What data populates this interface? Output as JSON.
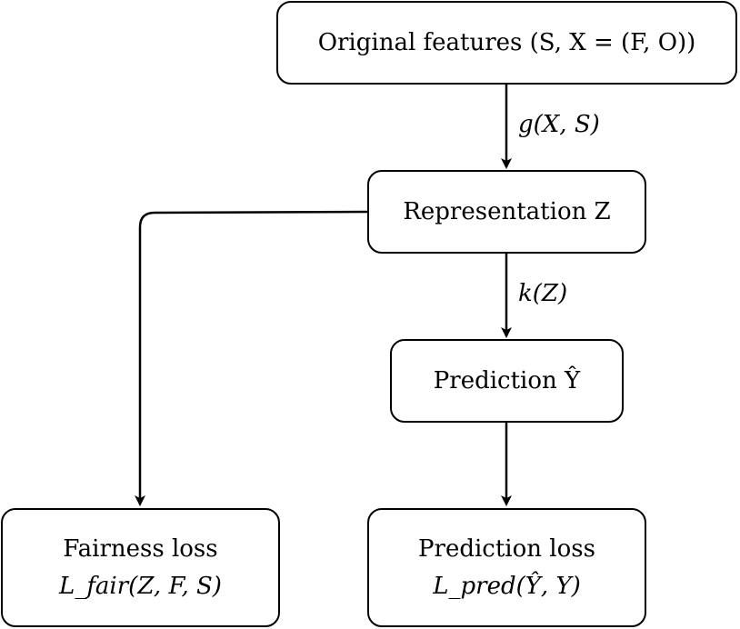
{
  "nodes": {
    "original": {
      "text": "Original features (S, X = (F, O))"
    },
    "representation": {
      "text": "Representation Z"
    },
    "prediction": {
      "text": "Prediction Ŷ"
    },
    "fairness_loss": {
      "line1": "Fairness loss",
      "line2": "L_fair(Z, F, S)"
    },
    "prediction_loss": {
      "line1": "Prediction loss",
      "line2": "L_pred(Ŷ, Y)"
    }
  },
  "edges": {
    "g": "g(X, S)",
    "k": "k(Z)"
  }
}
